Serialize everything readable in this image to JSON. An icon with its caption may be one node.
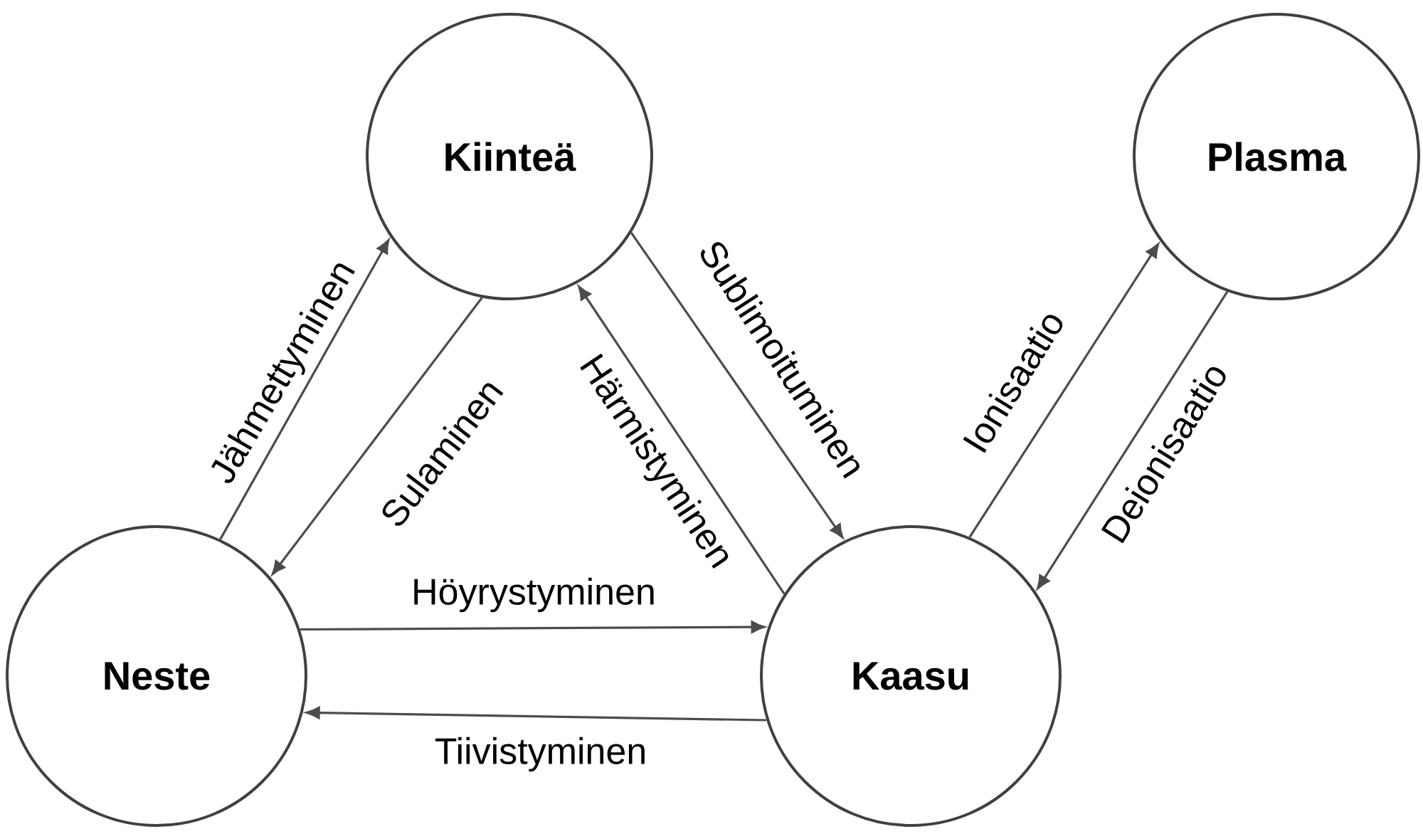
{
  "diagram": {
    "nodes": [
      {
        "text": [
          "Kiinteä"
        ]
      },
      {
        "text": [
          "Plasma"
        ]
      },
      {
        "text": [
          "Neste"
        ]
      },
      {
        "text": [
          "Kaasu"
        ]
      }
    ],
    "edges": [
      {
        "from": 2,
        "to": 0,
        "arrow": "to",
        "label": "Jähmettyminen"
      },
      {
        "from": 0,
        "to": 2,
        "arrow": "to",
        "label": "Sulaminen"
      },
      {
        "from": 3,
        "to": 0,
        "arrow": "to",
        "label": "Härmistyminen"
      },
      {
        "from": 0,
        "to": 3,
        "arrow": "to",
        "label": "Sublimoituminen"
      },
      {
        "from": 2,
        "to": 3,
        "arrow": "to",
        "label": "Höyrystyminen"
      },
      {
        "from": 3,
        "to": 2,
        "arrow": "to",
        "label": "Tiivistyminen"
      },
      {
        "from": 3,
        "to": 1,
        "arrow": "to",
        "label": "Ionisaatio"
      },
      {
        "from": 1,
        "to": 3,
        "arrow": "to",
        "label": "Deionisaatio"
      }
    ]
  }
}
